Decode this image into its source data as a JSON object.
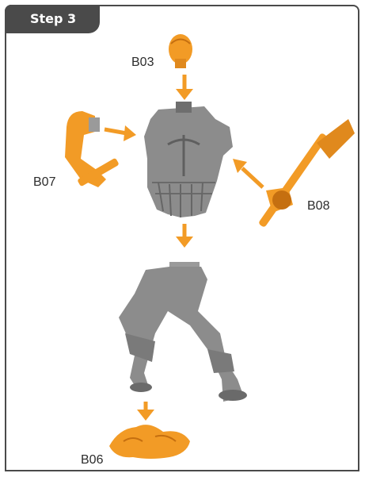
{
  "header": {
    "step_label": "Step 3"
  },
  "parts": {
    "head": "B03",
    "left_arm": "B07",
    "right_arm": "B08",
    "base": "B06"
  },
  "colors": {
    "frame": "#4a4a4a",
    "accent_part": "#f29b26",
    "assembled_part": "#8c8c8c",
    "arrow": "#f29b26"
  }
}
